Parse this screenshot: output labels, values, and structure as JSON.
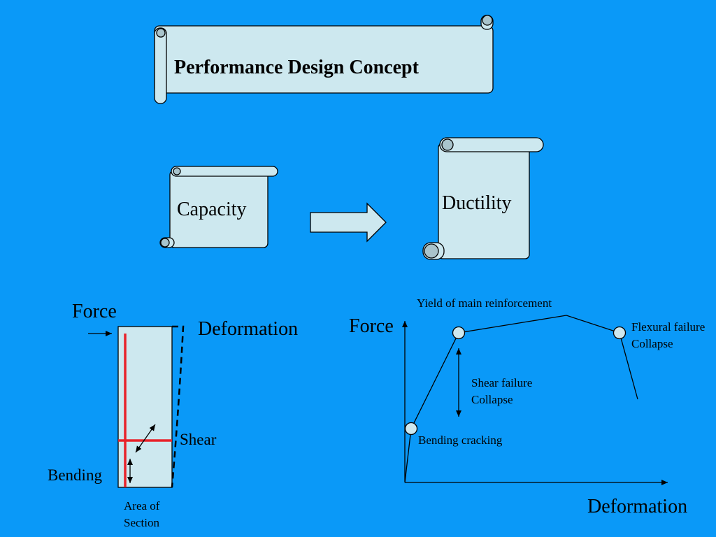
{
  "title": "Performance Design Concept",
  "scrolls": {
    "capacity": "Capacity",
    "ductility": "Ductility"
  },
  "left_diagram": {
    "force": "Force",
    "deformation": "Deformation",
    "shear": "Shear",
    "bending": "Bending",
    "section_line1": "Area of",
    "section_line2": "Section"
  },
  "right_diagram": {
    "force": "Force",
    "deformation": "Deformation",
    "yield": "Yield of main reinforcement",
    "flexural_line1": "Flexural failure",
    "flexural_line2": "Collapse",
    "shear_line1": "Shear failure",
    "shear_line2": "Collapse",
    "bending_cracking": "Bending cracking"
  },
  "colors": {
    "background": "#0a99f8",
    "scroll_fill": "#cde8ef",
    "scroll_curl": "#a9c4cc",
    "section_line": "#e8222a"
  }
}
